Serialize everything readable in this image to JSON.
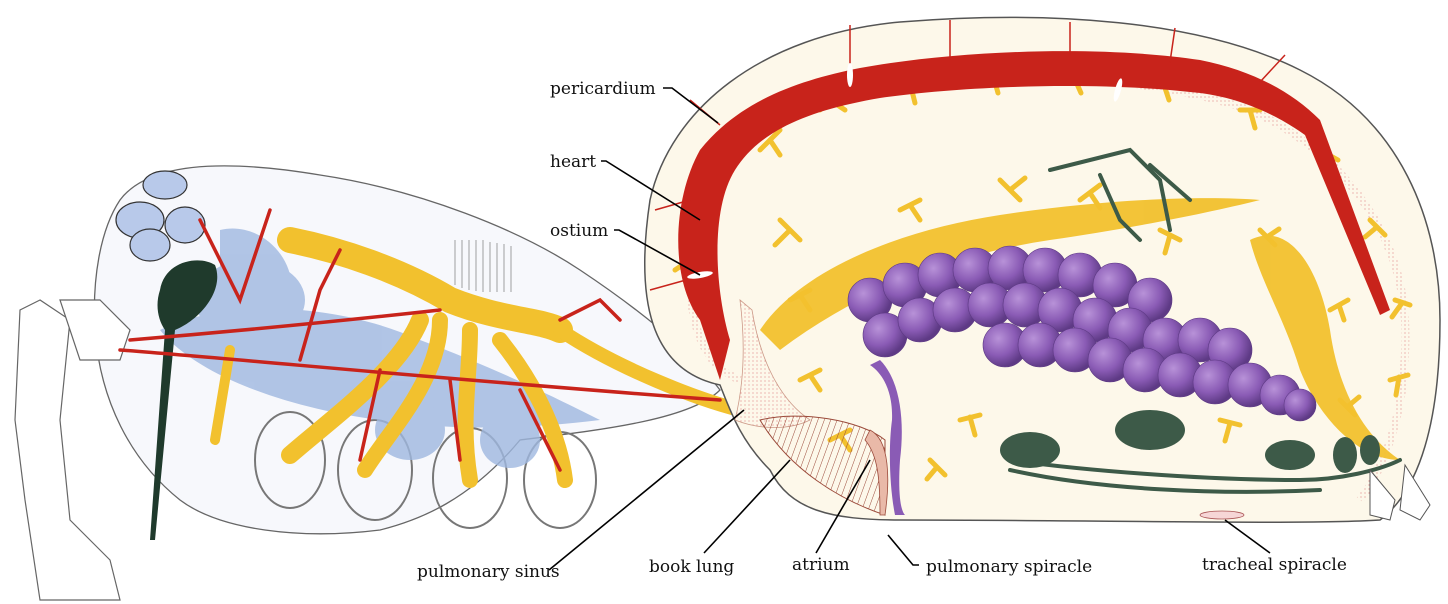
{
  "diagram": {
    "labels": {
      "pericardium": "pericardium",
      "heart": "heart",
      "ostium": "ostium",
      "pulmonary_sinus": "pulmonary sinus",
      "book_lung": "book lung",
      "atrium": "atrium",
      "pulmonary_spiracle": "pulmonary spiracle",
      "tracheal_spiracle": "tracheal spiracle"
    },
    "colors": {
      "heart": "#c8231b",
      "nerve_yellow": "#f2c12e",
      "gut_blue": "#9fb8e0",
      "gland_purple": "#8a5bb5",
      "trachea_green": "#3d5a48",
      "dark_green": "#1f3a2c",
      "outline": "#555555"
    }
  }
}
